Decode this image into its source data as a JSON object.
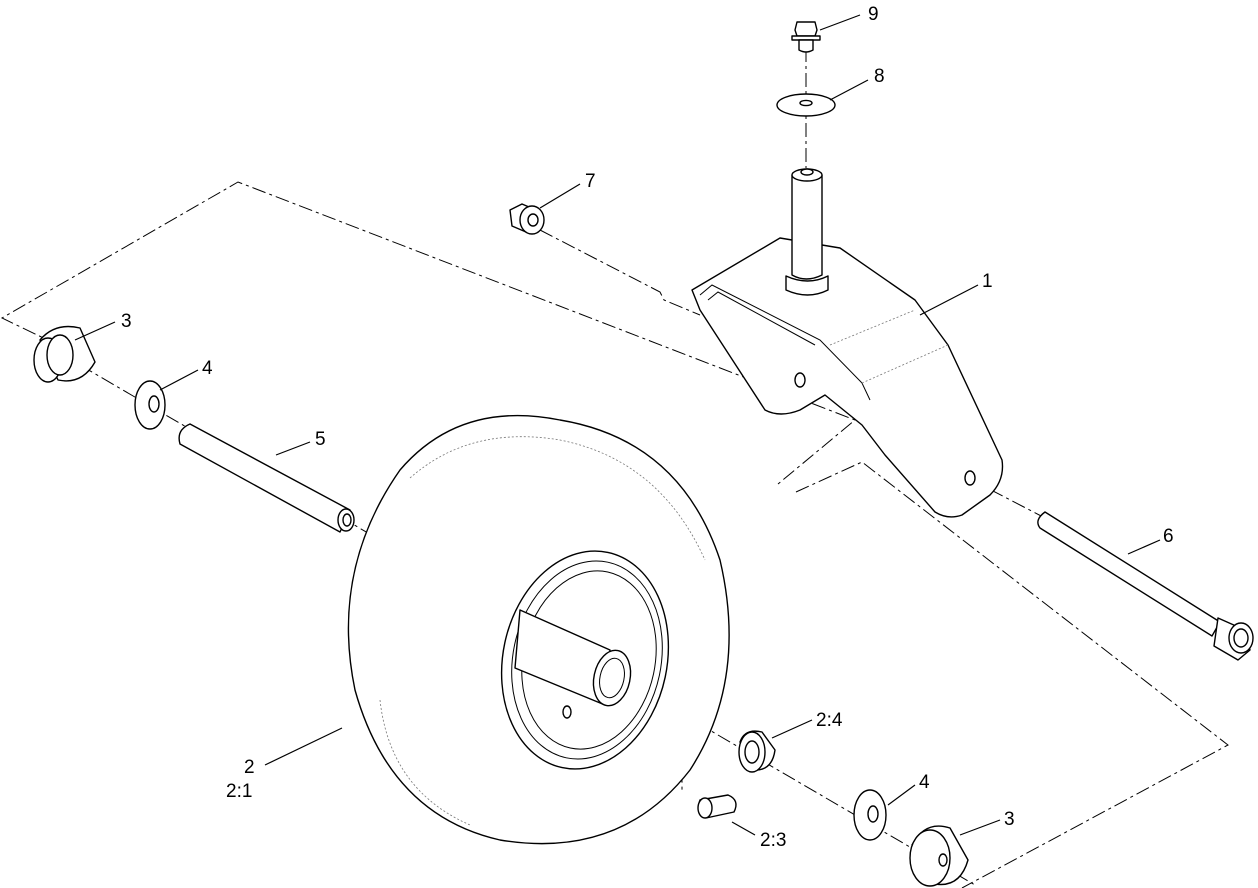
{
  "callouts": {
    "c1": "1",
    "c2": "2",
    "c2_1": "2:1",
    "c2_3": "2:3",
    "c2_4": "2:4",
    "c3_left": "3",
    "c3_right": "3",
    "c4_left": "4",
    "c4_right": "4",
    "c5": "5",
    "c6": "6",
    "c7": "7",
    "c8": "8",
    "c9": "9"
  },
  "colors": {
    "line": "#000000",
    "background": "#ffffff"
  }
}
